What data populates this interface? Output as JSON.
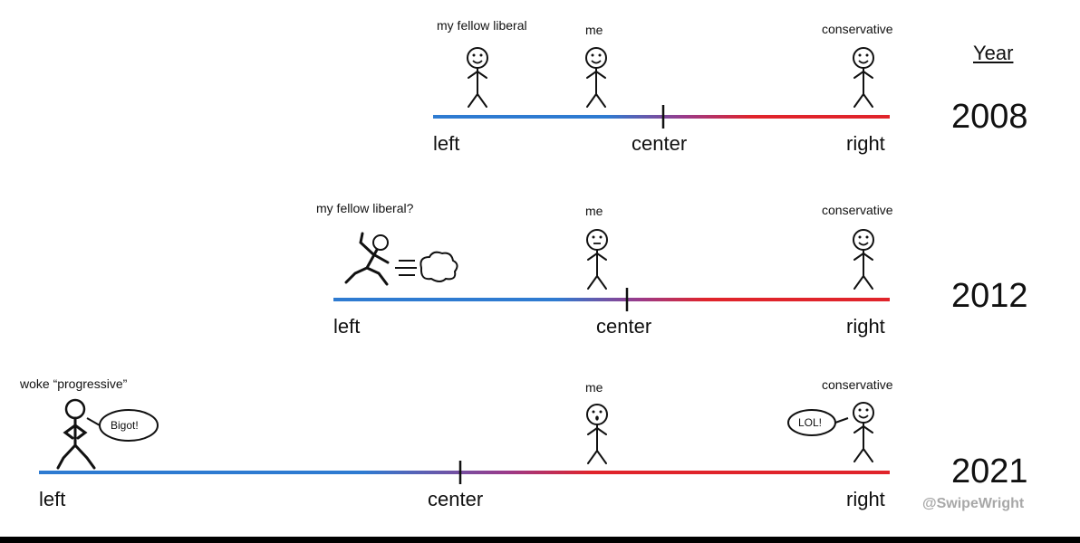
{
  "header": {
    "year_label": "Year"
  },
  "credit": "@SwipeWright",
  "colors": {
    "left": "#2e7bd1",
    "right": "#e0242b",
    "ink": "#111111"
  },
  "rows": [
    {
      "year": "2008",
      "axis": {
        "left": "left",
        "center": "center",
        "right": "right"
      },
      "characters": {
        "liberal": "my fellow liberal",
        "me": "me",
        "conservative": "conservative"
      }
    },
    {
      "year": "2012",
      "axis": {
        "left": "left",
        "center": "center",
        "right": "right"
      },
      "characters": {
        "liberal": "my fellow liberal?",
        "me": "me",
        "conservative": "conservative"
      }
    },
    {
      "year": "2021",
      "axis": {
        "left": "left",
        "center": "center",
        "right": "right"
      },
      "characters": {
        "liberal": "woke “progressive”",
        "me": "me",
        "conservative": "conservative"
      },
      "speech": {
        "progressive": "Bigot!",
        "conservative": "LOL!"
      }
    }
  ]
}
